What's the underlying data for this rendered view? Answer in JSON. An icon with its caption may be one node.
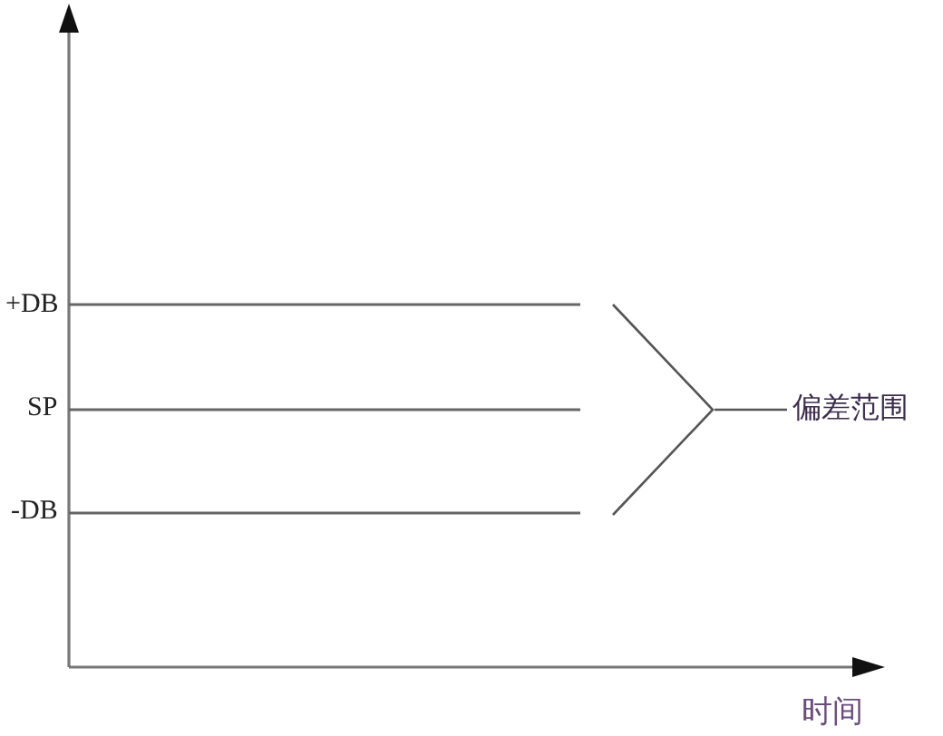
{
  "diagram": {
    "nodes": [
      {
        "text": [
          "偏差范围"
        ]
      },
      {
        "text": [],
        "shape": "bracket"
      }
    ],
    "edges": [
      {
        "from": 0,
        "to": 1,
        "arrow": "none"
      }
    ],
    "labels": [
      "+DB",
      "SP",
      "-DB",
      "时间"
    ]
  }
}
